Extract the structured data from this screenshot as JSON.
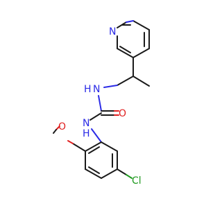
{
  "molecule": {
    "atoms": {
      "pyridine_n": "N",
      "amine_nh_top": "H",
      "amine_n_top": "N",
      "carbonyl_o": "O",
      "amine_n_bottom": "N",
      "amine_h_bottom": "H",
      "methoxy_o": "O",
      "chloro": "Cl"
    },
    "colors": {
      "carbon": "#1a1a1a",
      "nitrogen": "#2a2ae6",
      "oxygen": "#e02020",
      "chlorine": "#1f9a1f"
    }
  }
}
